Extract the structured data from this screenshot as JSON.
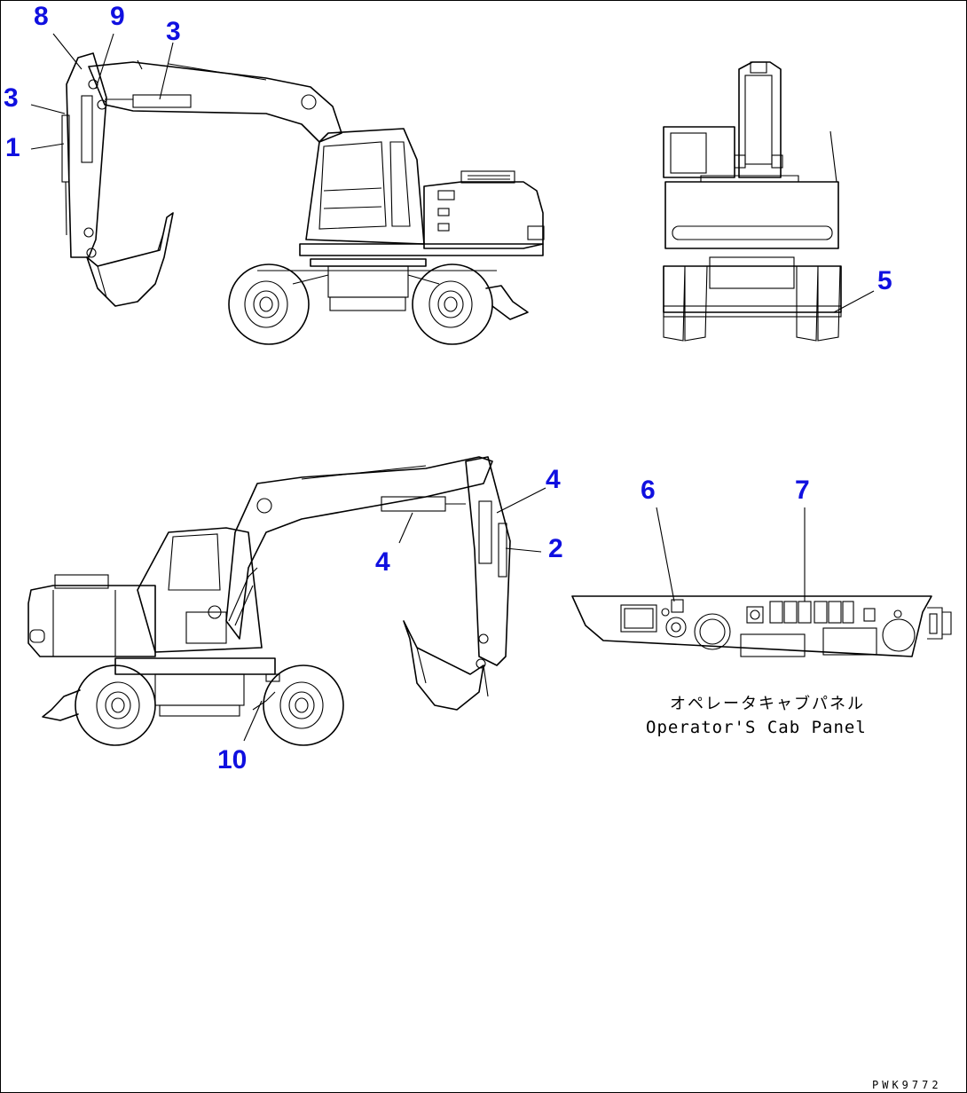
{
  "callouts": {
    "c8": "8",
    "c9": "9",
    "c3a": "3",
    "c3b": "3",
    "c1": "1",
    "c5": "5",
    "c4a": "4",
    "c4b": "4",
    "c2": "2",
    "c6": "6",
    "c7": "7",
    "c10": "10"
  },
  "caption": {
    "japanese": "オペレータキャブパネル",
    "english": "Operator'S Cab Panel"
  },
  "drawing_id": "PWK9772",
  "colors": {
    "callout": "#1010e0",
    "line": "#000000",
    "background": "#ffffff"
  }
}
